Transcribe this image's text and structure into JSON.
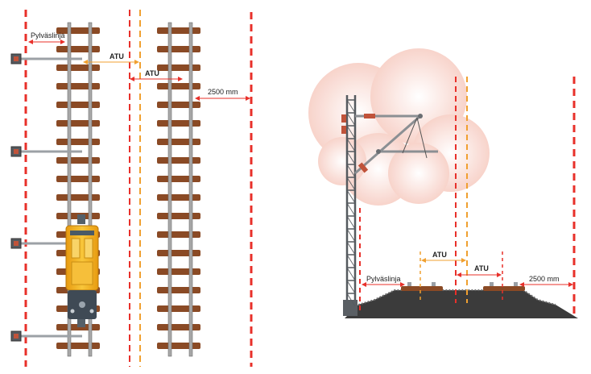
{
  "labels": {
    "pylvaslinja": "Pylväslinja",
    "atu": "ATU",
    "clearance": "2500 mm"
  },
  "colors": {
    "red_dash": "#e8302a",
    "orange_dash": "#f0a030",
    "sleeper": "#8a4a25",
    "rail": "#a8a8a8",
    "train_yellow": "#f2b21c",
    "train_dark": "#3f4a55",
    "ballast": "#3a3a3a",
    "catenary": "#8b8f93",
    "cloud": "#f9d7cf"
  }
}
